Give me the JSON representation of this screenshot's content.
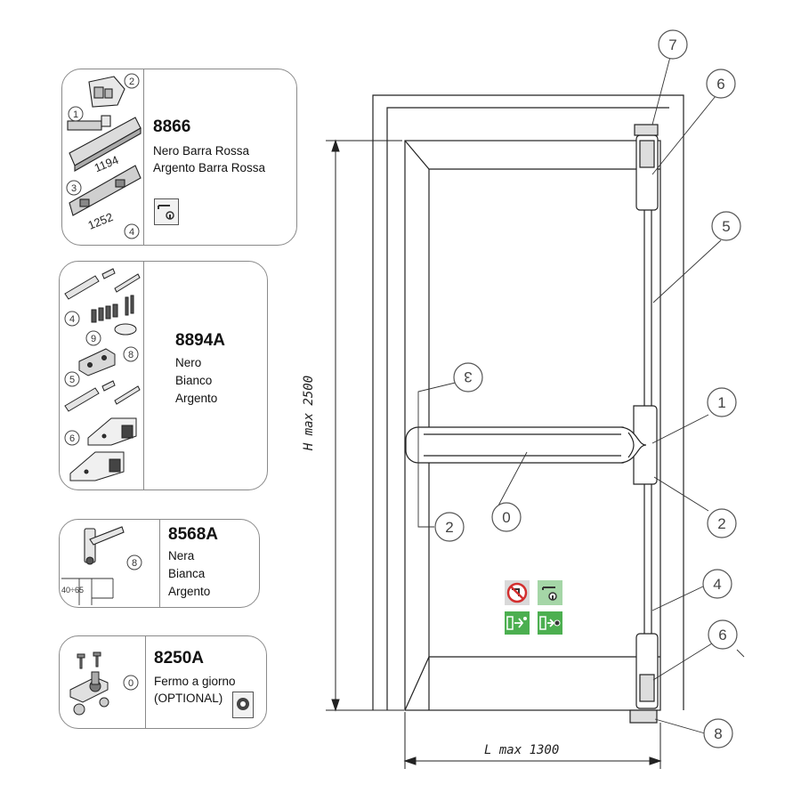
{
  "cards": [
    {
      "code": "8866",
      "lines": [
        "Nero Barra Rossa",
        "Argento Barra Rossa"
      ],
      "dims": [
        "1194",
        "1252"
      ],
      "callouts": [
        "1",
        "2",
        "3",
        "4"
      ]
    },
    {
      "code": "8894A",
      "lines": [
        "Nero",
        "Bianco",
        "Argento"
      ],
      "callouts": [
        "4",
        "9",
        "8",
        "5",
        "6"
      ]
    },
    {
      "code": "8568A",
      "lines": [
        "Nera",
        "Bianca",
        "Argento"
      ],
      "dims": [
        "40÷65"
      ],
      "callouts": [
        "8"
      ]
    },
    {
      "code": "8250A",
      "lines": [
        "Fermo a giorno",
        "(OPTIONAL)"
      ],
      "callouts": [
        "0"
      ]
    }
  ],
  "door": {
    "height_label": "H max 2500",
    "width_label": "L max 1300",
    "callouts": [
      "7",
      "6",
      "5",
      "1",
      "3",
      "2",
      "0",
      "2",
      "4",
      "6",
      "8"
    ]
  },
  "icons": [
    "no-entry-sign-icon",
    "handle-key-sign-icon",
    "push-bar-exit-sign-icon",
    "push-bar-key-exit-sign-icon"
  ],
  "colors": {
    "green_sign": "#4caf50",
    "light_green_sign": "#a5d6a7",
    "grey_sign": "#d9d9d9",
    "line": "#222222"
  }
}
